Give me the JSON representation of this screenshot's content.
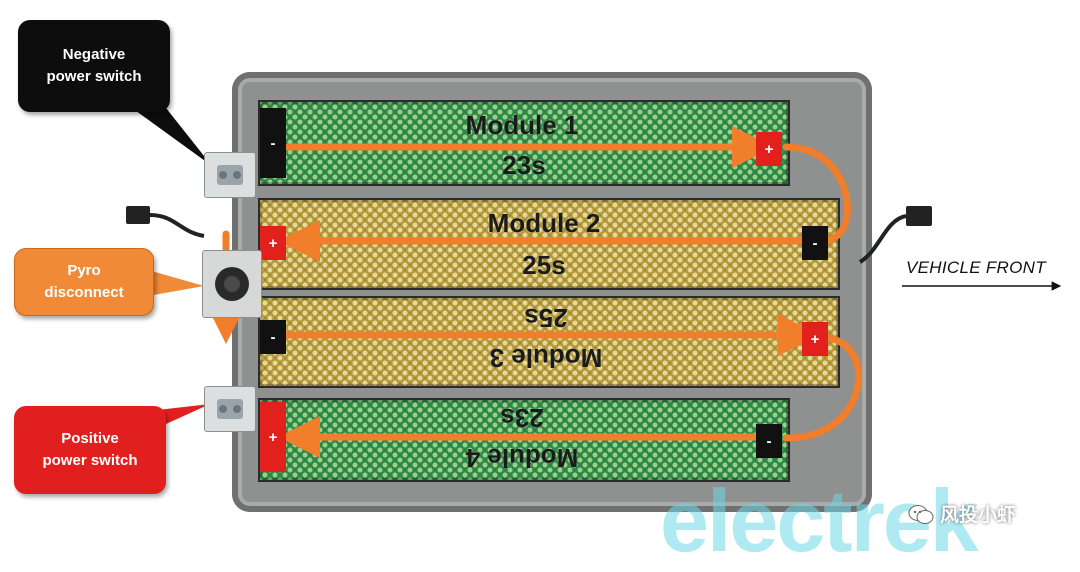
{
  "callouts": {
    "negative_switch": "Negative\npower switch",
    "pyro_disconnect": "Pyro\ndisconnect",
    "positive_switch": "Positive\npower switch"
  },
  "modules": [
    {
      "name": "Module 1",
      "series": "23s",
      "color": "green",
      "flipped": false
    },
    {
      "name": "Module 2",
      "series": "25s",
      "color": "tan",
      "flipped": false
    },
    {
      "name": "Module 3",
      "series": "25s",
      "color": "tan",
      "flipped": true
    },
    {
      "name": "Module 4",
      "series": "23s",
      "color": "green",
      "flipped": true
    }
  ],
  "terminals": {
    "negative": "-",
    "positive": "+"
  },
  "vehicle_front": "VEHICLE FRONT",
  "watermark": "electrek",
  "account_name": "风投小虾",
  "colors": {
    "current_arrow": "#f07e2a",
    "negative_callout": "#0d0d0d",
    "pyro_callout": "#f08a36",
    "positive_callout": "#e11f1f",
    "green_module": "#1f6f3a",
    "tan_module": "#7a6418"
  },
  "icons": [
    "wechat-icon",
    "power-switch-icon",
    "pyro-fuse-icon",
    "connector-icon"
  ]
}
